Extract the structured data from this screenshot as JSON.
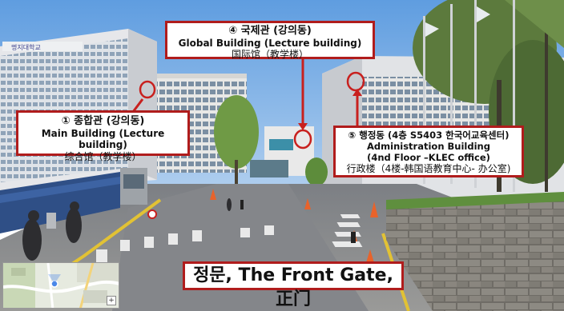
{
  "labels": {
    "global": {
      "line1": "④ 국제관 (강의동)",
      "line2": "Global Building (Lecture building)",
      "line3": "国际馆（教学楼）"
    },
    "main": {
      "line1": "① 종합관 (강의동)",
      "line2": "Main Building (Lecture building)",
      "line3": "综合馆（教学楼）"
    },
    "admin": {
      "line1": "⑤ 행정동 (4층 S5403 한국어교육센터)",
      "line2": "Administration Building",
      "line3": "(4nd Floor –KLEC office)",
      "line4": "行政楼（4楼-韩国语教育中心- 办公室)"
    },
    "gate": "정문, The Front Gate, 正门"
  },
  "building_sign": "명지대학교",
  "minimap": {
    "zoom_button": "+"
  },
  "colors": {
    "box_border": "#b01c1c",
    "pointer": "#c8201e"
  }
}
